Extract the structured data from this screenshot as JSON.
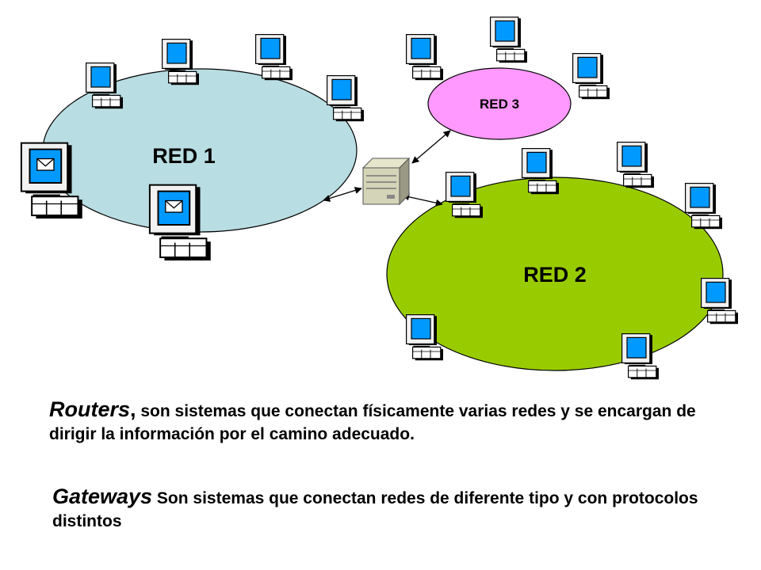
{
  "networks": [
    {
      "label": "RED 1",
      "color": "#b8dde2"
    },
    {
      "label": "RED 2",
      "color": "#99cc00"
    },
    {
      "label": "RED 3",
      "color": "#ff99ff"
    }
  ],
  "icons": {
    "computer": "computer-icon",
    "mail_computer": "mail-computer-icon",
    "router": "router-server-icon"
  },
  "colors": {
    "screen": "#0099ff",
    "monitor_body": "#000000",
    "link": "#000000"
  },
  "routers": {
    "term": "Routers",
    "punct": ",",
    "description": " son sistemas que conectan físicamente varias redes y se encargan de dirigir la información por el camino adecuado."
  },
  "gateways": {
    "term": "Gateways",
    "description": " Son sistemas que conectan  redes de diferente tipo y con protocolos distintos"
  }
}
